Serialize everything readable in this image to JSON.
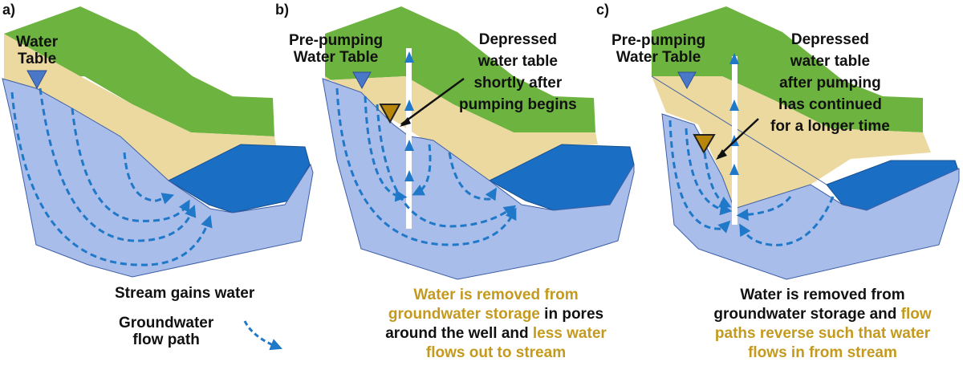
{
  "colors": {
    "grass": "#6cb33f",
    "soil": "#ecd9a0",
    "groundwater": "#a9bdea",
    "stream": "#1a6fc4",
    "flow_path": "#1f78c8",
    "water_table_marker": "#4a78c9",
    "depressed_marker": "#b8860b",
    "highlight_text": "#c49a1e"
  },
  "panels": [
    {
      "letter": "a)",
      "water_table_label": [
        "Water",
        "Table"
      ],
      "caption": "Stream gains water",
      "legend": [
        "Groundwater",
        "flow path"
      ]
    },
    {
      "letter": "b)",
      "water_table_label": [
        "Pre-pumping",
        "Water Table"
      ],
      "depressed_label": [
        "Depressed",
        "water table",
        "shortly after",
        "pumping begins"
      ],
      "caption": [
        [
          {
            "t": "Water is removed from",
            "gold": true
          }
        ],
        [
          {
            "t": "groundwater storage",
            "gold": true
          },
          {
            "t": " in pores",
            "gold": false
          }
        ],
        [
          {
            "t": "around the well and ",
            "gold": false
          },
          {
            "t": "less water",
            "gold": true
          }
        ],
        [
          {
            "t": "flows out to stream",
            "gold": true
          }
        ]
      ]
    },
    {
      "letter": "c)",
      "water_table_label": [
        "Pre-pumping",
        "Water Table"
      ],
      "depressed_label": [
        "Depressed",
        "water table",
        "after pumping",
        "has continued",
        "for a longer time"
      ],
      "caption": [
        [
          {
            "t": "Water is removed from",
            "gold": false
          }
        ],
        [
          {
            "t": "groundwater storage and ",
            "gold": false
          },
          {
            "t": "flow",
            "gold": true
          }
        ],
        [
          {
            "t": "paths reverse such that water",
            "gold": true
          }
        ],
        [
          {
            "t": "flows in from stream",
            "gold": true
          }
        ]
      ]
    }
  ]
}
